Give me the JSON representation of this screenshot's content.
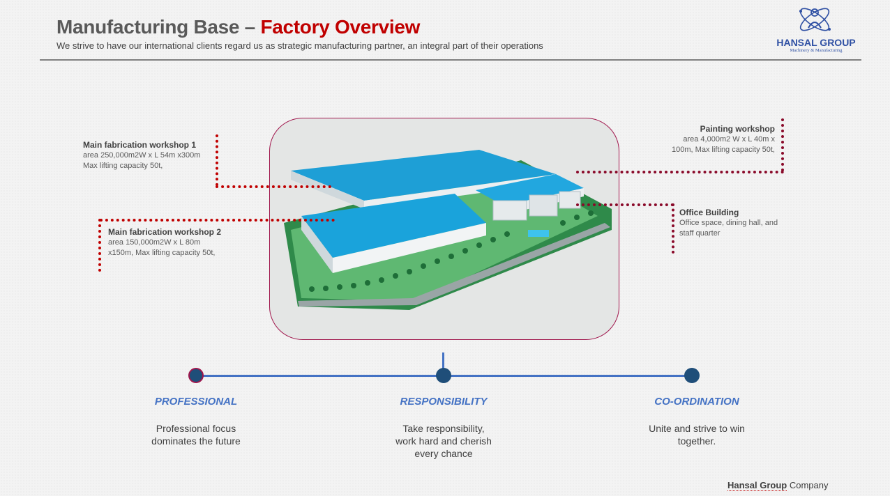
{
  "header": {
    "title_main": "Manufacturing Base – ",
    "title_accent": "Factory Overview",
    "subtitle": "We strive to have our international clients regard us as strategic manufacturing partner, an integral part of their operations"
  },
  "logo": {
    "name": "HANSAL GROUP",
    "tagline": "Machinery & Manufacturing",
    "icon": "atom-person-icon"
  },
  "callouts": [
    {
      "title": "Main fabrication workshop 1",
      "lines": [
        "area 250,000m2W x L 54m x300m",
        "Max lifting capacity 50t,"
      ]
    },
    {
      "title": "Main fabrication workshop 2",
      "lines": [
        "area 150,000m2W x L 80m",
        "x150m, Max lifting capacity 50t,"
      ]
    },
    {
      "title": "Painting workshop",
      "lines": [
        "area 4,000m2 W x L 40m x",
        "100m, Max lifting capacity 50t,"
      ]
    },
    {
      "title": "Office Building",
      "lines": [
        "Office space, dining hall, and",
        "staff quarter"
      ]
    }
  ],
  "timeline": [
    {
      "heading": "PROFESSIONAL",
      "lines": [
        "Professional focus",
        "dominates the future"
      ]
    },
    {
      "heading": "RESPONSIBILITY",
      "lines": [
        "Take responsibility,",
        "work hard and cherish",
        "every chance"
      ]
    },
    {
      "heading": "CO-ORDINATION",
      "lines": [
        "Unite and strive to win",
        "together."
      ]
    }
  ],
  "footer": {
    "brand": "Hansal Group",
    "suffix": " Company"
  },
  "colors": {
    "accent_red": "#c00000",
    "timeline_blue": "#4472c4",
    "node_navy": "#1f4e79",
    "frame_border": "#a0164c",
    "roof_blue": "#1e9fd6"
  }
}
